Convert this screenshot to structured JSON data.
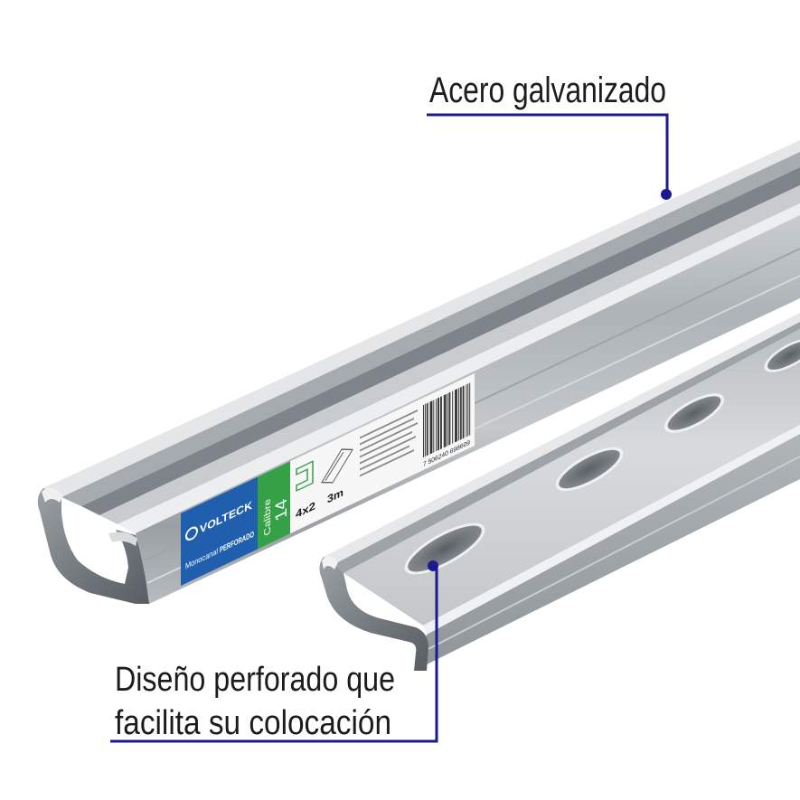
{
  "callouts": {
    "top": {
      "line1": "Acero galvanizado"
    },
    "bottom": {
      "line1": "Diseño perforado que",
      "line2": "facilita su colocación"
    }
  },
  "product_label": {
    "brand": "VOLTECK",
    "product_line": "Monocanal",
    "product_type": "PERFORADO",
    "gauge_label": "Calibre",
    "gauge_value": "14",
    "size": "4x2",
    "length": "3m",
    "barcode_digits": "7 506240 698609"
  },
  "colors": {
    "callout": "#1b1b8f",
    "label_blue": "#1f5fae",
    "label_green": "#34a146",
    "steel_light": "#dfe2e4",
    "steel_dark": "#7d8388"
  }
}
